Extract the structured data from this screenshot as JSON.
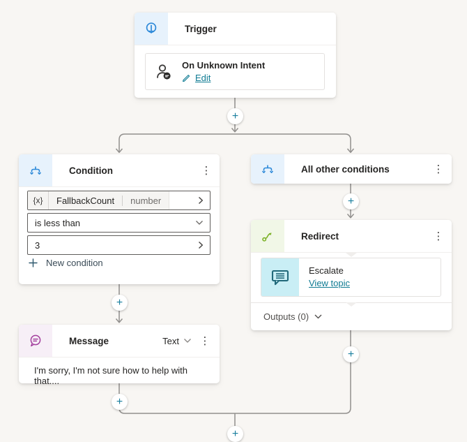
{
  "ui": {
    "plus": "+",
    "kebab": "⋮"
  },
  "colors": {
    "canvas_bg": "#f8f6f3",
    "accent_blue": "#2b88d8",
    "accent_green": "#7cb228",
    "accent_purple": "#a33e9d",
    "link_teal": "#0f7b93",
    "connector_gray": "#918f8d",
    "escalate_cyan_bg": "#c9eef5"
  },
  "trigger": {
    "title": "Trigger",
    "intent_title": "On Unknown Intent",
    "edit_label": "Edit"
  },
  "condition": {
    "title": "Condition",
    "variable_prefix": "{x}",
    "variable_name": "FallbackCount",
    "variable_type": "number",
    "operator": "is less than",
    "value": "3",
    "new_condition_label": "New condition"
  },
  "all_other_conditions": {
    "title": "All other conditions"
  },
  "redirect": {
    "title": "Redirect",
    "topic_title": "Escalate",
    "topic_link": "View topic",
    "outputs_label": "Outputs (0)"
  },
  "message": {
    "title": "Message",
    "type_label": "Text",
    "body": "I'm sorry, I'm not sure how to help with that...."
  }
}
